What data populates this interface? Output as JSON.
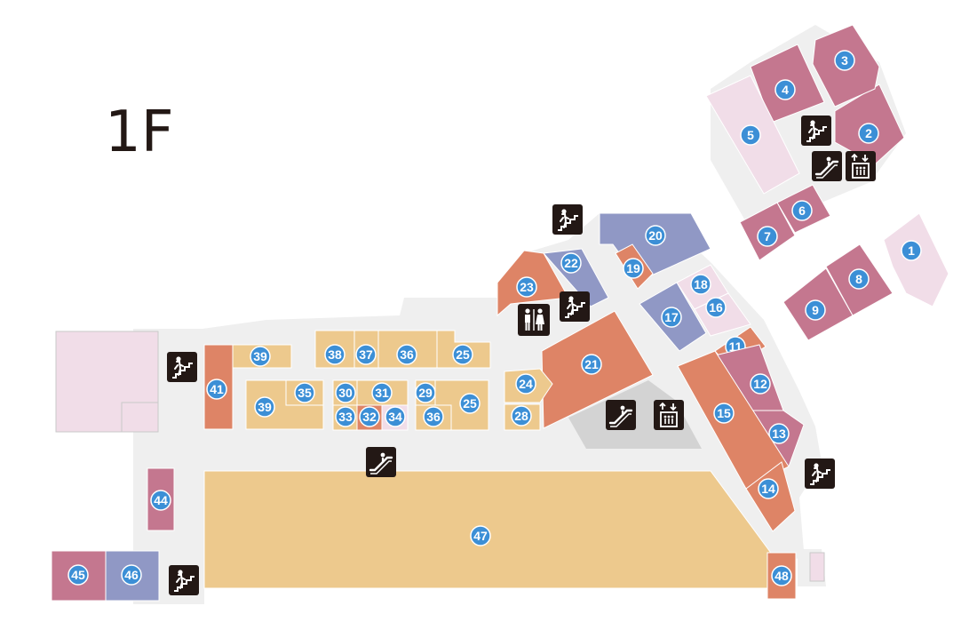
{
  "floor": {
    "label": "1F"
  },
  "colors": {
    "corridor": "#efefef",
    "pink_light": "#f1dde8",
    "pink_mid": "#c4778f",
    "salmon": "#de8466",
    "purple": "#9098c5",
    "tan": "#edc98d",
    "badge": "#3c8fd6",
    "icon_bg": "#231815"
  },
  "stores": {
    "s1": "1",
    "s2": "2",
    "s3": "3",
    "s4": "4",
    "s5": "5",
    "s6": "6",
    "s7": "7",
    "s8": "8",
    "s9": "9",
    "s11": "11",
    "s12": "12",
    "s13": "13",
    "s14": "14",
    "s15": "15",
    "s16": "16",
    "s17": "17",
    "s18": "18",
    "s19": "19",
    "s20": "20",
    "s21": "21",
    "s22": "22",
    "s23": "23",
    "s24": "24",
    "s25a": "25",
    "s25b": "25",
    "s28": "28",
    "s29": "29",
    "s30": "30",
    "s31": "31",
    "s32": "32",
    "s33": "33",
    "s34": "34",
    "s35": "35",
    "s36a": "36",
    "s36b": "36",
    "s37": "37",
    "s38": "38",
    "s39a": "39",
    "s39b": "39",
    "s41": "41",
    "s44": "44",
    "s45": "45",
    "s46": "46",
    "s47": "47",
    "s48": "48"
  },
  "facility_icons": [
    "stairs-icon",
    "escalator-icon",
    "elevator-icon",
    "restroom-icon"
  ]
}
